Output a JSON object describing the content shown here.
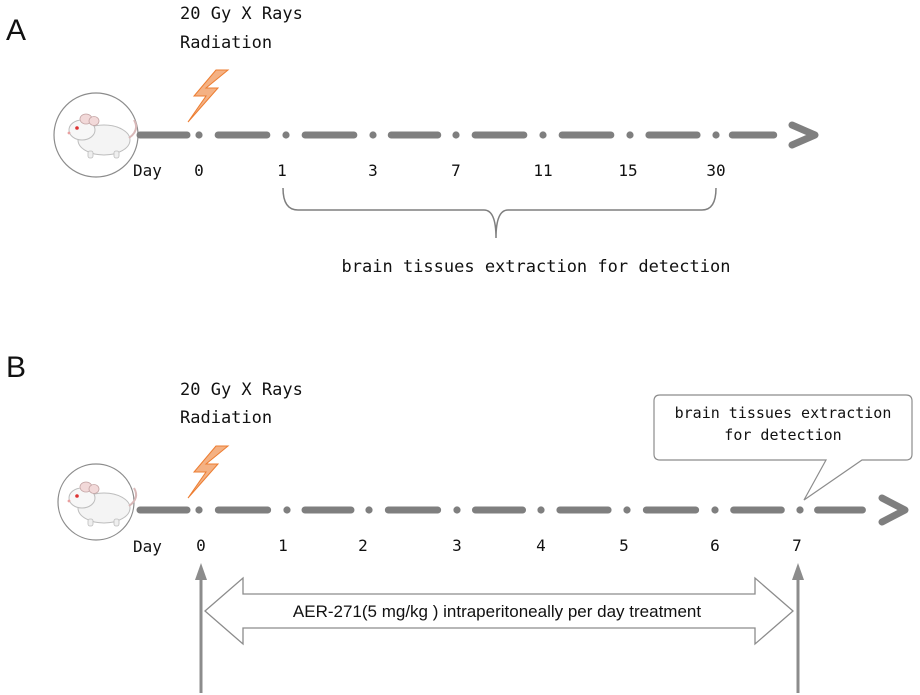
{
  "panel_a": {
    "label": "A",
    "radiation": {
      "line1": "20 Gy X Rays",
      "line2": "Radiation"
    },
    "day_label": "Day",
    "days": [
      "0",
      "1",
      "3",
      "7",
      "11",
      "15",
      "30"
    ],
    "extraction": "brain tissues extraction for detection"
  },
  "panel_b": {
    "label": "B",
    "radiation": {
      "line1": "20 Gy X Rays",
      "line2": "Radiation"
    },
    "day_label": "Day",
    "days": [
      "0",
      "1",
      "2",
      "3",
      "4",
      "5",
      "6",
      "7"
    ],
    "callout": {
      "line1": "brain tissues extraction",
      "line2": "for detection"
    },
    "treatment": "AER-271(5 mg/kg ) intraperitoneally per day treatment"
  },
  "colors": {
    "timeline": "#7f7f7f",
    "bolt_fill": "#f4b183",
    "bolt_stroke": "#ed7d31",
    "bracket": "#7f7f7f",
    "vertical_arrow": "#8c8c8c"
  },
  "icons": {
    "mouse": "white-mouse-icon",
    "bolt": "lightning-bolt-icon"
  }
}
